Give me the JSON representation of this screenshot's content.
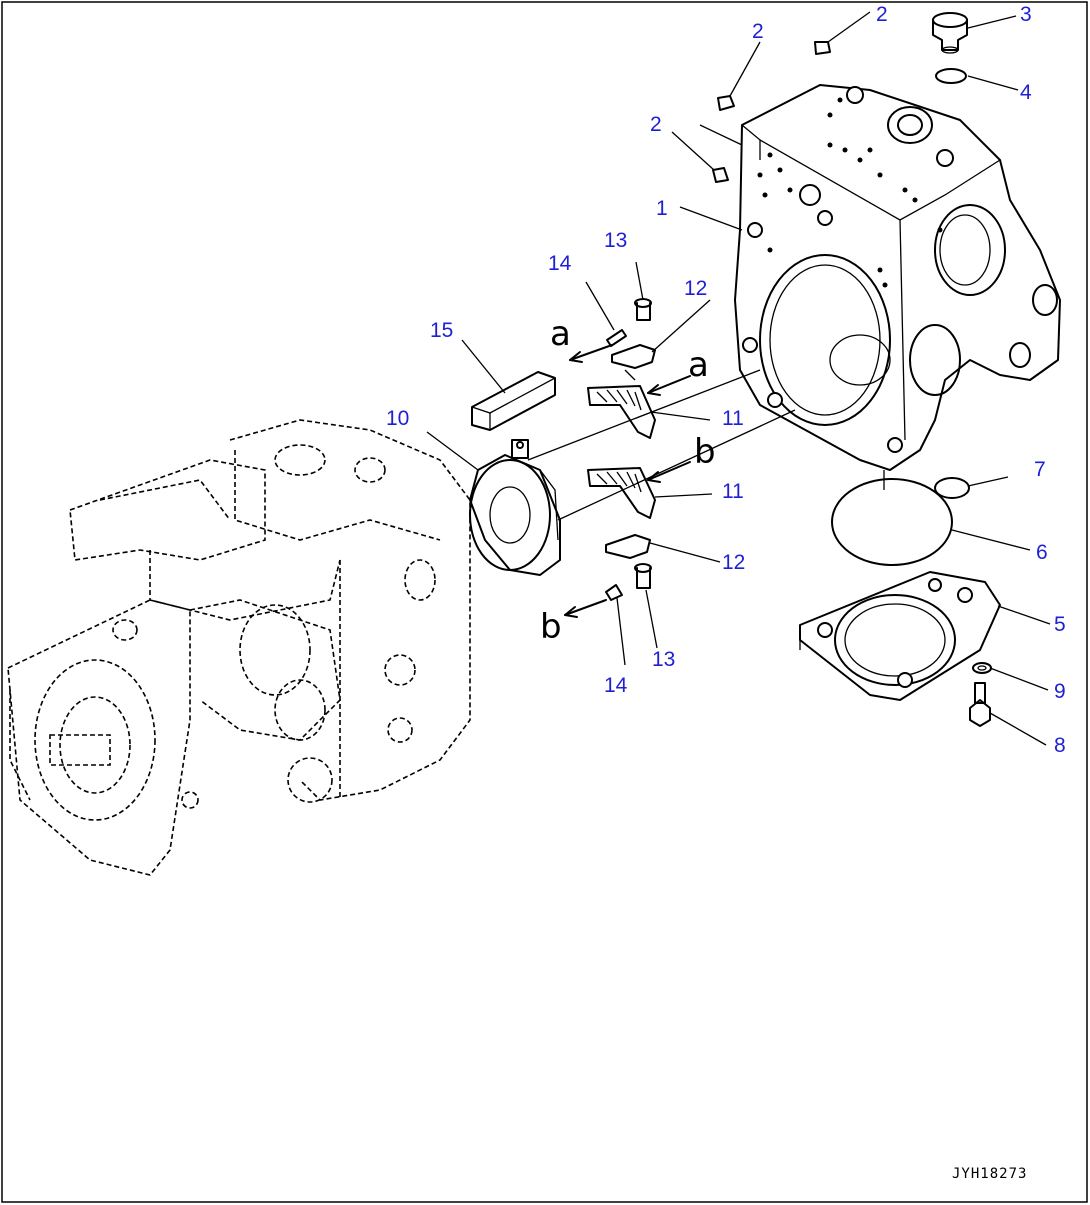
{
  "callouts": [
    {
      "id": "c1",
      "text": "1"
    },
    {
      "id": "c2a",
      "text": "2"
    },
    {
      "id": "c2b",
      "text": "2"
    },
    {
      "id": "c2c",
      "text": "2"
    },
    {
      "id": "c3",
      "text": "3"
    },
    {
      "id": "c4",
      "text": "4"
    },
    {
      "id": "c5",
      "text": "5"
    },
    {
      "id": "c6",
      "text": "6"
    },
    {
      "id": "c7",
      "text": "7"
    },
    {
      "id": "c8",
      "text": "8"
    },
    {
      "id": "c9",
      "text": "9"
    },
    {
      "id": "c10",
      "text": "10"
    },
    {
      "id": "c11a",
      "text": "11"
    },
    {
      "id": "c11b",
      "text": "11"
    },
    {
      "id": "c12a",
      "text": "12"
    },
    {
      "id": "c12b",
      "text": "12"
    },
    {
      "id": "c13a",
      "text": "13"
    },
    {
      "id": "c13b",
      "text": "13"
    },
    {
      "id": "c14a",
      "text": "14"
    },
    {
      "id": "c14b",
      "text": "14"
    },
    {
      "id": "c15",
      "text": "15"
    }
  ],
  "view_markers": [
    {
      "id": "a1",
      "text": "a"
    },
    {
      "id": "a2",
      "text": "a"
    },
    {
      "id": "b1",
      "text": "b"
    },
    {
      "id": "b2",
      "text": "b"
    }
  ],
  "drawing_code": "JYH18273",
  "colors": {
    "callout": "#1f1fd6",
    "line": "#000000",
    "background": "#ffffff"
  }
}
